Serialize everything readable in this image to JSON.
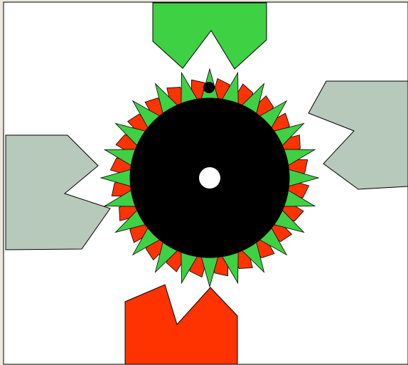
{
  "diagram": {
    "background_color": "#ebe7dc",
    "panel_color": "#ffffff",
    "stroke_color": "#000000",
    "rotor": {
      "color": "#000000",
      "hub_color": "#ffffff",
      "marker_color": "#000000",
      "rotor_teeth": 24,
      "stator_teeth_between": 24,
      "rotor_tooth_color": "#3ed143",
      "stator_tooth_color": "#ff3300"
    },
    "poles": [
      {
        "id": "top",
        "color": "#3ed143"
      },
      {
        "id": "right",
        "color": "#b6c9ba"
      },
      {
        "id": "bottom",
        "color": "#ff3300"
      },
      {
        "id": "left",
        "color": "#b6c9ba"
      }
    ]
  }
}
